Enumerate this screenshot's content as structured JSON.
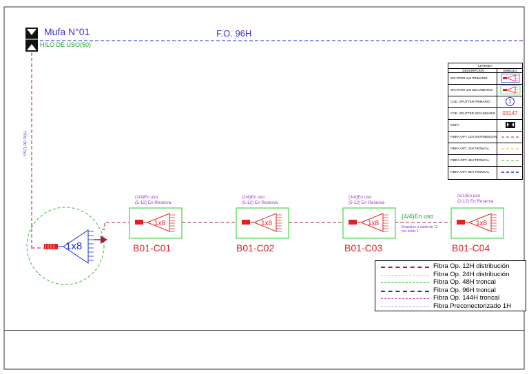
{
  "header": {
    "mufa_title": "Mufa N°01",
    "mufa_subtitle": "HILO DE USO(50)",
    "fo_label": "F.O. 96H",
    "vertical_label": "Hilo de Uso"
  },
  "splitter_primary": {
    "ratio": "1x8"
  },
  "splitters": [
    {
      "name": "B01-C01",
      "status1": "(1/4)En uso",
      "status2": "(5-12) En Reserva",
      "ratio": "1x8"
    },
    {
      "name": "B01-C02",
      "status1": "(2/4)En uso",
      "status2": "(5-12) En Reserva",
      "ratio": "1x8"
    },
    {
      "name": "B01-C03",
      "status1": "(3/4)En uso",
      "status2": "(5-12) En Reserva",
      "ratio": "1x8"
    },
    {
      "name": "B01-C04",
      "status1": "(1/1)En uso",
      "status2": "(2-12) En Reserva",
      "ratio": "1x8"
    }
  ],
  "link_annotation": {
    "label": "(4/4)En uso",
    "note1": "Empalme a cable de 12",
    "note2": "por enlac 1"
  },
  "legend_small": {
    "title": "LEYENDA",
    "col_desc": "DESCRIPCION",
    "col_sym": "SIMBOLO",
    "rows": [
      {
        "desc": "SPLITTER 1x8 PRIMARIO"
      },
      {
        "desc": "SPLITTER 1x8 SECUNDARIO"
      },
      {
        "desc": "COD. SPLITTER PRIMARIO",
        "symbol_text": "1"
      },
      {
        "desc": "COD. SPLITTER SECUNDARIO",
        "symbol_text": "03147"
      },
      {
        "desc": "MUFA"
      },
      {
        "desc": "FIBRA OPT. 12H DISTRIBUCION"
      },
      {
        "desc": "FIBRA OPT. 24H TRONCAL"
      },
      {
        "desc": "FIBRA OPT. 48H TRONCAL"
      },
      {
        "desc": "FIBRA OPT. 96H TRONCAL"
      }
    ]
  },
  "legend_main": [
    {
      "label": "Fibra Op. 12H distribución",
      "color": "#a0203a"
    },
    {
      "label": "Fibra Op. 24H distribución",
      "color": "#f0b030"
    },
    {
      "label": "Fibra Op. 48H troncal",
      "color": "#33bb33"
    },
    {
      "label": "Fibra Op. 96H troncal",
      "color": "#1f2fd0"
    },
    {
      "label": "Fibra Op. 144H troncal",
      "color": "#e040c0"
    },
    {
      "label": "Fibra Preconectorizado 1H",
      "color": "#8aa8d8"
    }
  ],
  "colors": {
    "purple_text": "#3a2fd0",
    "green_text": "#1aa12a",
    "red_text": "#e32020",
    "distribution_line": "#a0203a",
    "trunk_line": "#1f2fd0",
    "splitter_box": "#22cc22"
  }
}
